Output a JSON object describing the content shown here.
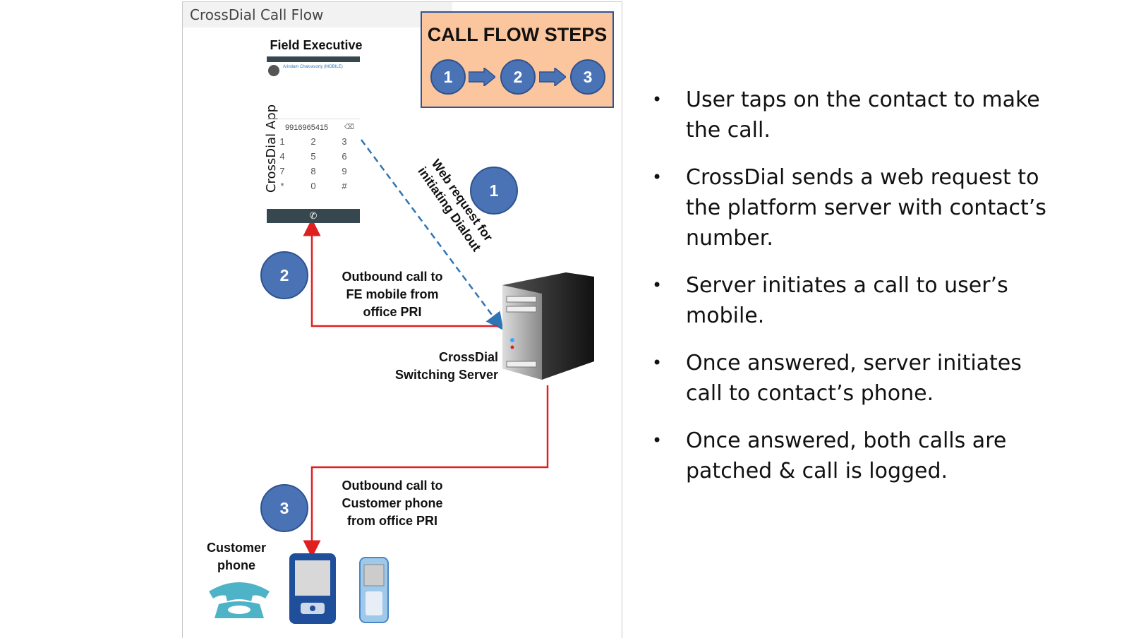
{
  "panel": {
    "title": "CrossDial Call Flow",
    "steps_title": "CALL FLOW STEPS",
    "steps": [
      "1",
      "2",
      "3"
    ]
  },
  "diagram": {
    "field_exec_label": "Field Executive",
    "app_label": "CrossDial App",
    "dialed_number": "9916965415",
    "contact_name": "Arindam Chakravorty (MOBILE)",
    "keys": [
      "1",
      "2",
      "3",
      "4",
      "5",
      "6",
      "7",
      "8",
      "9",
      "*",
      "0",
      "#"
    ],
    "web_request_label": "Web request for initiating Dialout",
    "step1": "1",
    "step2": "2",
    "step3": "3",
    "outbound_fe_label": "Outbound call to FE mobile from office PRI",
    "server_label": "CrossDial Switching Server",
    "outbound_customer_label": "Outbound call to Customer phone from office PRI",
    "customer_phone_label": "Customer phone"
  },
  "bullets": [
    "User taps on the contact to make the call.",
    "CrossDial sends a web request to the platform server with contact’s number.",
    "Server initiates a call to user’s mobile.",
    "Once answered, server initiates call to contact’s phone.",
    "Once answered, both calls are patched & call is logged."
  ],
  "colors": {
    "accent_blue": "#4a73b6",
    "steps_bg": "#fbc59d",
    "line_red": "#e02020",
    "dash_blue": "#2e75b6"
  }
}
